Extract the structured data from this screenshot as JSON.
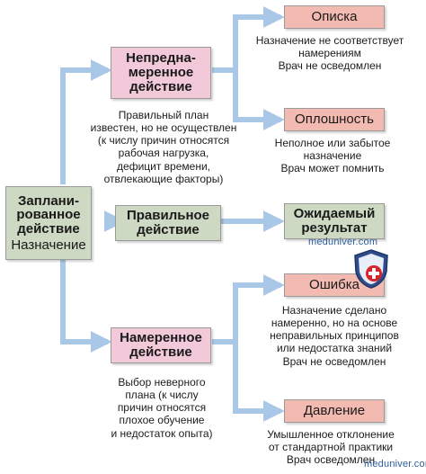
{
  "boxes": {
    "planned_action": {
      "line1": "Заплани-",
      "line2": "рованное",
      "line3": "действие",
      "line4": "Назначение"
    },
    "unintended_action": {
      "line1": "Непредна-",
      "line2": "меренное",
      "line3": "действие"
    },
    "correct_action": {
      "line1": "Правильное",
      "line2": "действие"
    },
    "intended_action": {
      "line1": "Намеренное",
      "line2": "действие"
    },
    "slip": "Описка",
    "lapse": "Оплошность",
    "expected_result": {
      "line1": "Ожидаемый",
      "line2": "результат"
    },
    "mistake": "Ошибка",
    "violation": "Давление"
  },
  "notes": {
    "slip": "Назначение не соответствует\nнамерениям\nВрач не осведомлен",
    "unintended_cause": "Правильный план\nизвестен, но не осуществлен\n(к числу причин относятся\nрабочая нагрузка,\nдефицит времени,\nотвлекающие факторы)",
    "lapse": "Неполное или забытое\nназначение\nВрач может помнить",
    "mistake": "Назначение сделано\nнамеренно, но на основе\nнеправильных принципов\nили недостатка знаний\nВрач не осведомлен",
    "intended_cause": "Выбор неверного\nплана (к числу\nпричин относятся\nплохое обучение\nи недостаток опыта)",
    "violation": "Умышленное отклонение\nот стандартной практики\nВрач осведомлен"
  },
  "watermarks": {
    "top": "meduniver.com",
    "bottom": "meduniver.com"
  },
  "colors": {
    "pink": "#f2c9d9",
    "salmon": "#f3bab2",
    "green": "#cdd9c3",
    "arrow": "#a9c7e6"
  }
}
